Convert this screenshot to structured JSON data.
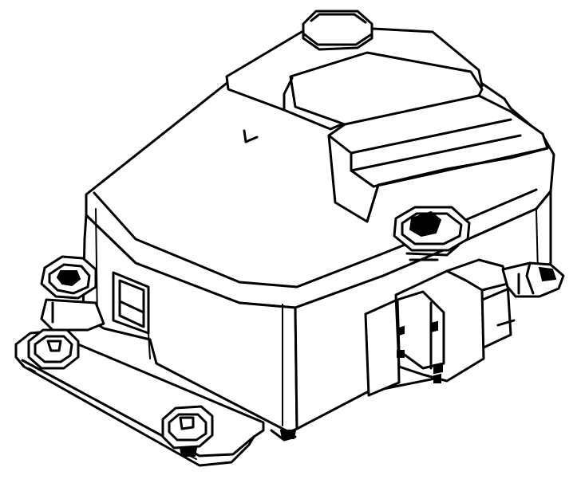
{
  "colors": {
    "line": "#000000",
    "background": "#ffffff"
  },
  "parts": [
    "base-plate",
    "housing",
    "raised-cover",
    "top-octagonal-cap",
    "left-mounting-bolt",
    "front-left-bolt",
    "front-bolt",
    "right-mounting-bolt",
    "side-window",
    "electrical-connector",
    "wire-lead"
  ]
}
